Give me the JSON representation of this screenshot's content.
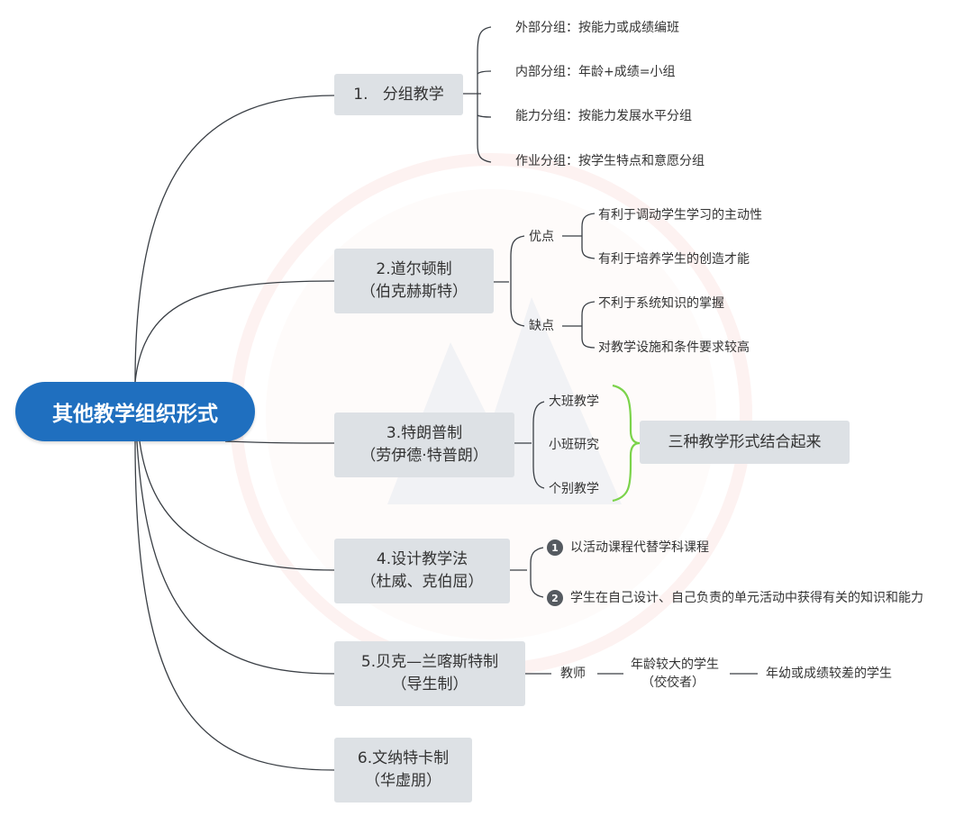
{
  "root": {
    "label": "其他教学组织形式"
  },
  "branches": [
    {
      "title": "1.   分组教学",
      "subtitle": "",
      "children": [
        "外部分组：按能力或成绩编班",
        "内部分组：年龄+成绩=小组",
        "能力分组：按能力发展水平分组",
        "作业分组：按学生特点和意愿分组"
      ]
    },
    {
      "title": "2.道尔顿制",
      "subtitle": "（伯克赫斯特）",
      "groups": [
        {
          "label": "优点",
          "children": [
            "有利于调动学生学习的主动性",
            "有利于培养学生的创造才能"
          ]
        },
        {
          "label": "缺点",
          "children": [
            "不利于系统知识的掌握",
            "对教学设施和条件要求较高"
          ]
        }
      ]
    },
    {
      "title": "3.特朗普制",
      "subtitle": "（劳伊德·特普朗）",
      "children": [
        "大班教学",
        "小班研究",
        "个别教学"
      ],
      "summary": "三种教学形式结合起来"
    },
    {
      "title": "4.设计教学法",
      "subtitle": "（杜威、克伯屈）",
      "numbered": [
        {
          "n": "1",
          "text": "以活动课程代替学科课程"
        },
        {
          "n": "2",
          "text": "学生在自己设计、自己负责的单元活动中获得有关的知识和能力"
        }
      ]
    },
    {
      "title": "5.贝克—兰喀斯特制",
      "subtitle": "（导生制）",
      "chain": {
        "a": "教师",
        "b1": "年龄较大的学生",
        "b2": "（佼佼者）",
        "c": "年幼或成绩较差的学生"
      }
    },
    {
      "title": "6.文纳特卡制",
      "subtitle": "（华虚朋）"
    }
  ],
  "colors": {
    "root_fill": "#1f6fbf",
    "node_fill": "#dde1e5",
    "line": "#3a3f45",
    "brace_green": "#7bd34a",
    "watermark": "#e94c3d"
  }
}
